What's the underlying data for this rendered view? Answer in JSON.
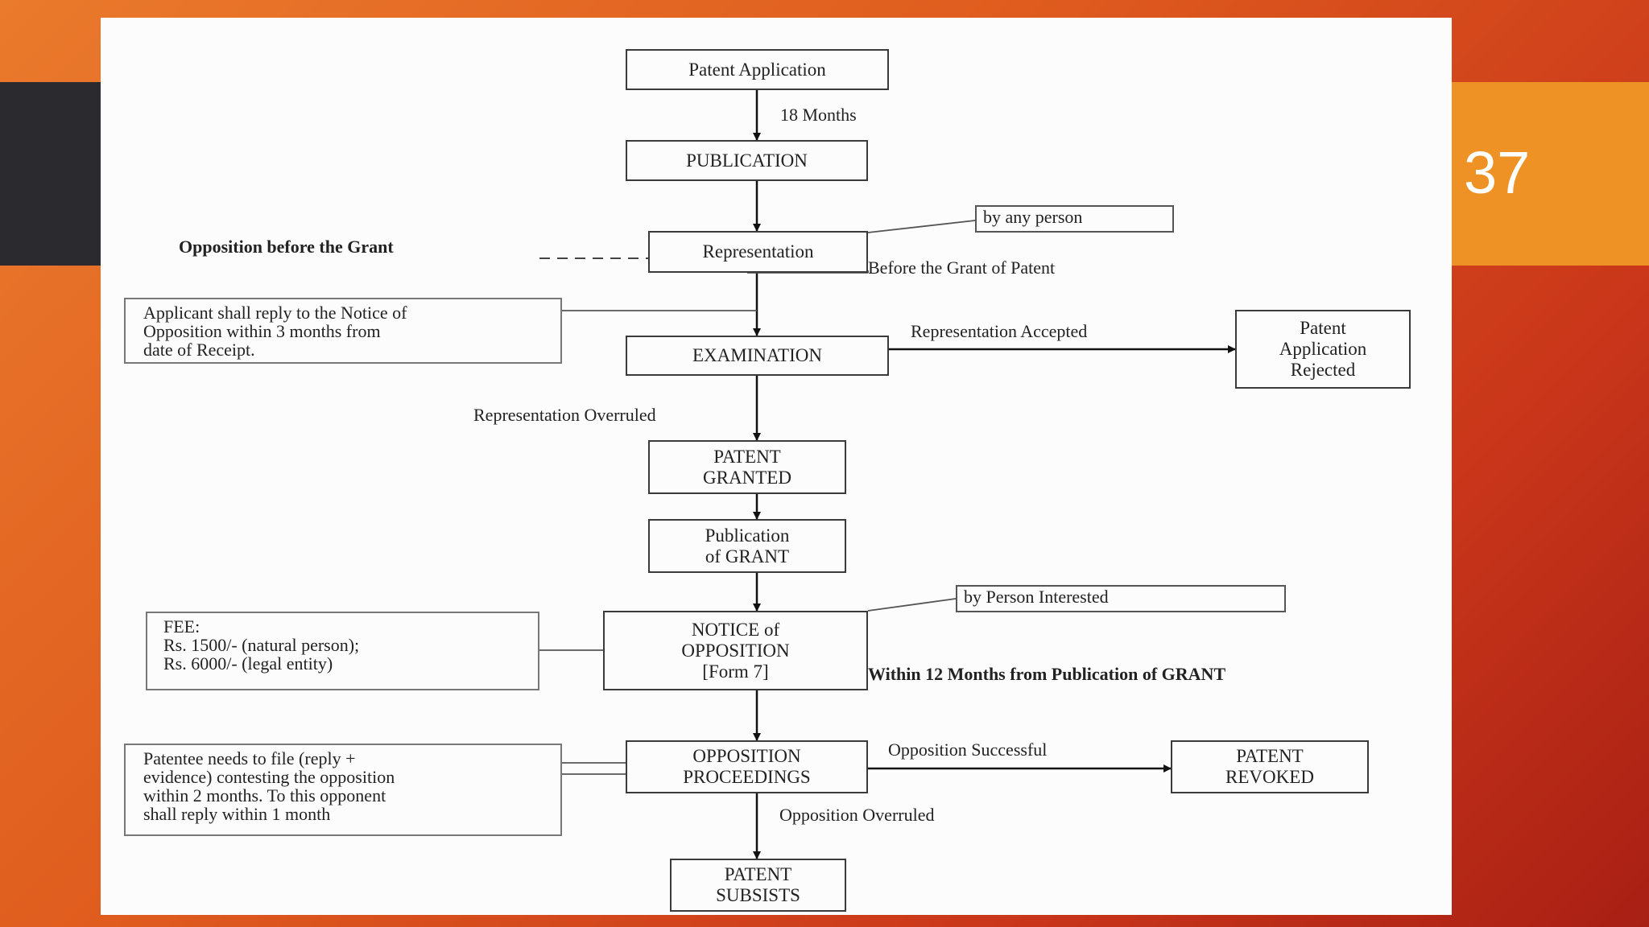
{
  "slide": {
    "number": "37"
  },
  "flowchart": {
    "nodes": {
      "patent_application": "Patent Application",
      "publication": "PUBLICATION",
      "representation": "Representation",
      "examination": "EXAMINATION",
      "application_rejected": "Patent\nApplication\nRejected",
      "patent_granted": "PATENT\nGRANTED",
      "publication_of_grant": "Publication\nof GRANT",
      "notice_of_opposition": "NOTICE of\nOPPOSITION\n[Form 7]",
      "opposition_proceedings": "OPPOSITION\nPROCEEDINGS",
      "patent_revoked": "PATENT\nREVOKED",
      "patent_subsists": "PATENT\nSUBSISTS"
    },
    "side_boxes": {
      "by_any_person": "by any person",
      "by_person_interested": "by Person Interested"
    },
    "notes": {
      "applicant_reply": "Applicant shall reply to the Notice of\nOpposition within 3 months from\ndate of Receipt.",
      "fee": "FEE:\nRs. 1500/- (natural person);\nRs. 6000/- (legal entity)",
      "patentee_reply": "Patentee needs to file (reply +\nevidence) contesting the opposition\nwithin 2 months. To this opponent\nshall reply within 1 month"
    },
    "labels": {
      "months_18": "18 Months",
      "opposition_before_grant": "Opposition before the Grant",
      "before_grant_of_patent": "Before the Grant of Patent",
      "representation_accepted": "Representation Accepted",
      "representation_overruled": "Representation Overruled",
      "within_12_months": "Within 12 Months from Publication of GRANT",
      "opposition_successful": "Opposition Successful",
      "opposition_overruled": "Opposition Overruled"
    }
  }
}
